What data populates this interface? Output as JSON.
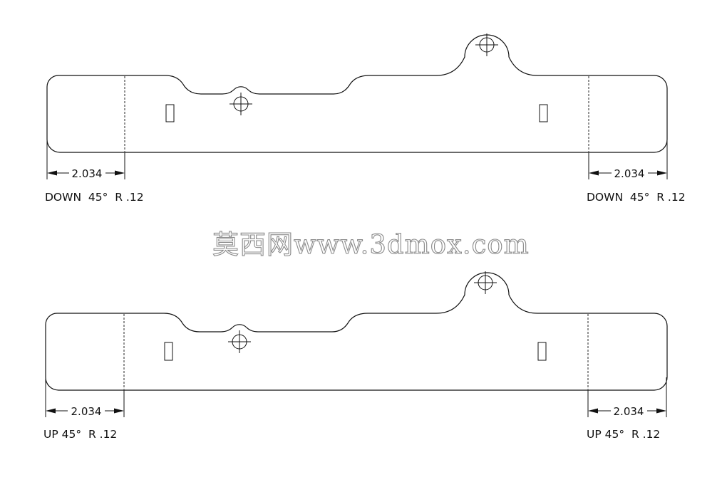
{
  "watermark": "莫西网www.3dmox.com",
  "colors": {
    "line": "#111111",
    "background": "#ffffff",
    "watermark_outline": "#8a8a8a"
  },
  "top_part": {
    "left_dimension": "2.034",
    "right_dimension": "2.034",
    "left_note": "DOWN  45°  R .12",
    "right_note": "DOWN  45°  R .12"
  },
  "bottom_part": {
    "left_dimension": "2.034",
    "right_dimension": "2.034",
    "left_note": "UP 45°  R .12",
    "right_note": "UP 45°  R .12"
  }
}
